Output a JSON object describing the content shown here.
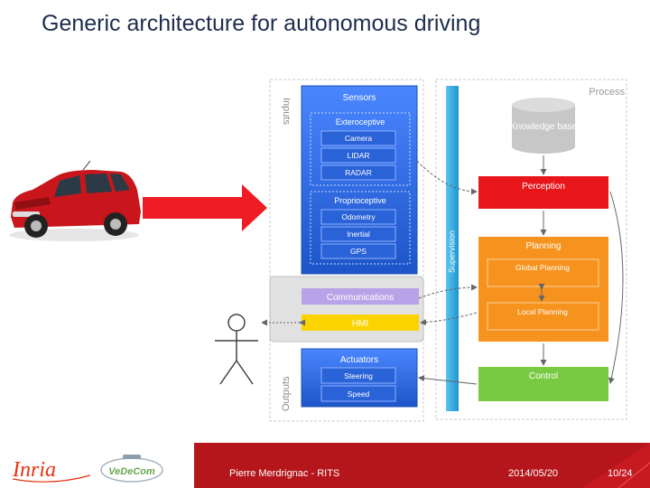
{
  "slide": {
    "title": "Generic architecture for autonomous driving"
  },
  "diagram": {
    "inputs_label": "Inputs",
    "outputs_label": "Outputs",
    "process_label": "Process",
    "supervision_label": "Supervision",
    "sensors": {
      "title": "Sensors",
      "exteroceptive": {
        "title": "Exteroceptive",
        "items": [
          "Camera",
          "LIDAR",
          "RADAR"
        ]
      },
      "proprioceptive": {
        "title": "Proprioceptive",
        "items": [
          "Odometry",
          "Inertial",
          "GPS"
        ]
      }
    },
    "communications": "Communications",
    "hmi": "HMI",
    "actuators": {
      "title": "Actuators",
      "items": [
        "Steering",
        "Speed"
      ]
    },
    "knowledge_base": "Knowledge base",
    "perception": "Perception",
    "planning": {
      "title": "Planning",
      "global": "Global Planning",
      "local": "Local Planning"
    },
    "control": "Control",
    "colors": {
      "sensors_blue": "#2f6fe0",
      "perception_red": "#e8161b",
      "planning_orange": "#f6921e",
      "control_green": "#7ac943",
      "hmi_yellow": "#fbd400",
      "communications_purple": "#b9a3e8",
      "supervision_blue": "#2ea7e0"
    }
  },
  "footer": {
    "author": "Pierre Merdrignac - RITS",
    "date": "2014/05/20",
    "page": "10/24",
    "logos": [
      "Inria",
      "VeDeCom"
    ]
  }
}
